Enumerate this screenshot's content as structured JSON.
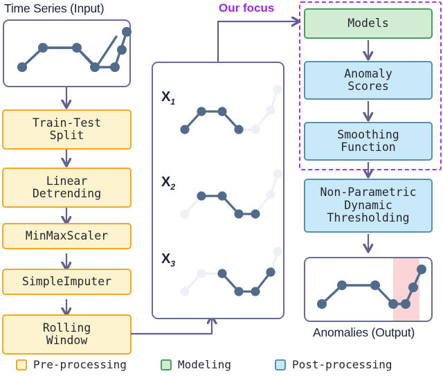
{
  "colors": {
    "preprocess_fill": "#fdf3cf",
    "preprocess_border": "#f5a623",
    "modeling_fill": "#d2ecd3",
    "modeling_border": "#4e9a62",
    "postprocess_fill": "#c9e9fb",
    "postprocess_border": "#5b8fa8",
    "focus_dashed": "#a830e8",
    "focus_text": "#9b28e8",
    "frame_border": "#6a6a9a",
    "arrow": "#625f8f",
    "marker_active": "#536b8a",
    "marker_faded": "#eef0f3",
    "anomaly_band": "#fbd4d7",
    "title_text": "#16213e"
  },
  "input_panel": {
    "title": "Time Series (Input)",
    "name": "time-series-input-plot"
  },
  "pipeline_preprocessing": [
    {
      "id": "train-test-split",
      "label": "Train-Test\nSplit",
      "lines": [
        "Train-Test",
        "Split"
      ]
    },
    {
      "id": "linear-detrending",
      "label": "Linear\nDetrending",
      "lines": [
        "Linear",
        "Detrending"
      ]
    },
    {
      "id": "minmaxscaler",
      "label": "MinMaxScaler",
      "lines": [
        "MinMaxScaler"
      ]
    },
    {
      "id": "simpleimputer",
      "label": "SimpleImputer",
      "lines": [
        "SimpleImputer"
      ]
    },
    {
      "id": "rolling-window",
      "label": "Rolling\nWindow",
      "lines": [
        "Rolling",
        "Window"
      ]
    }
  ],
  "windows_panel": {
    "name": "rolling-windows-panel",
    "window_labels": [
      "X",
      "X",
      "X"
    ],
    "window_subscripts": [
      "1",
      "2",
      "3"
    ],
    "series_values": [
      3,
      6,
      6,
      3,
      3,
      6,
      9
    ],
    "windows": [
      {
        "label": "X1",
        "active_indices": [
          0,
          1,
          2,
          3
        ]
      },
      {
        "label": "X2",
        "active_indices": [
          1,
          2,
          3,
          4
        ]
      },
      {
        "label": "X3",
        "active_indices": [
          2,
          3,
          4,
          5
        ]
      }
    ]
  },
  "focus": {
    "label": "Our focus"
  },
  "pipeline_right": [
    {
      "id": "models",
      "label": "Models",
      "lines": [
        "Models"
      ],
      "kind": "modeling"
    },
    {
      "id": "anomaly-scores",
      "label": "Anomaly Scores",
      "lines": [
        "Anomaly",
        "Scores"
      ],
      "kind": "postprocess"
    },
    {
      "id": "smoothing-function",
      "label": "Smoothing Function",
      "lines": [
        "Smoothing",
        "Function"
      ],
      "kind": "postprocess"
    },
    {
      "id": "non-parametric-dynamic-thresholding",
      "label": "Non-Parametric Dynamic Thresholding",
      "lines": [
        "Non-Parametric",
        "Dynamic",
        "Thresholding"
      ],
      "kind": "postprocess"
    }
  ],
  "output_panel": {
    "title": "Anomalies (Output)",
    "name": "anomalies-output-plot"
  },
  "legend": [
    {
      "id": "pre-processing",
      "label": "Pre-processing",
      "swatch": "sw-pre"
    },
    {
      "id": "modeling",
      "label": "Modeling",
      "swatch": "sw-model"
    },
    {
      "id": "post-processing",
      "label": "Post-processing",
      "swatch": "sw-post"
    }
  ]
}
